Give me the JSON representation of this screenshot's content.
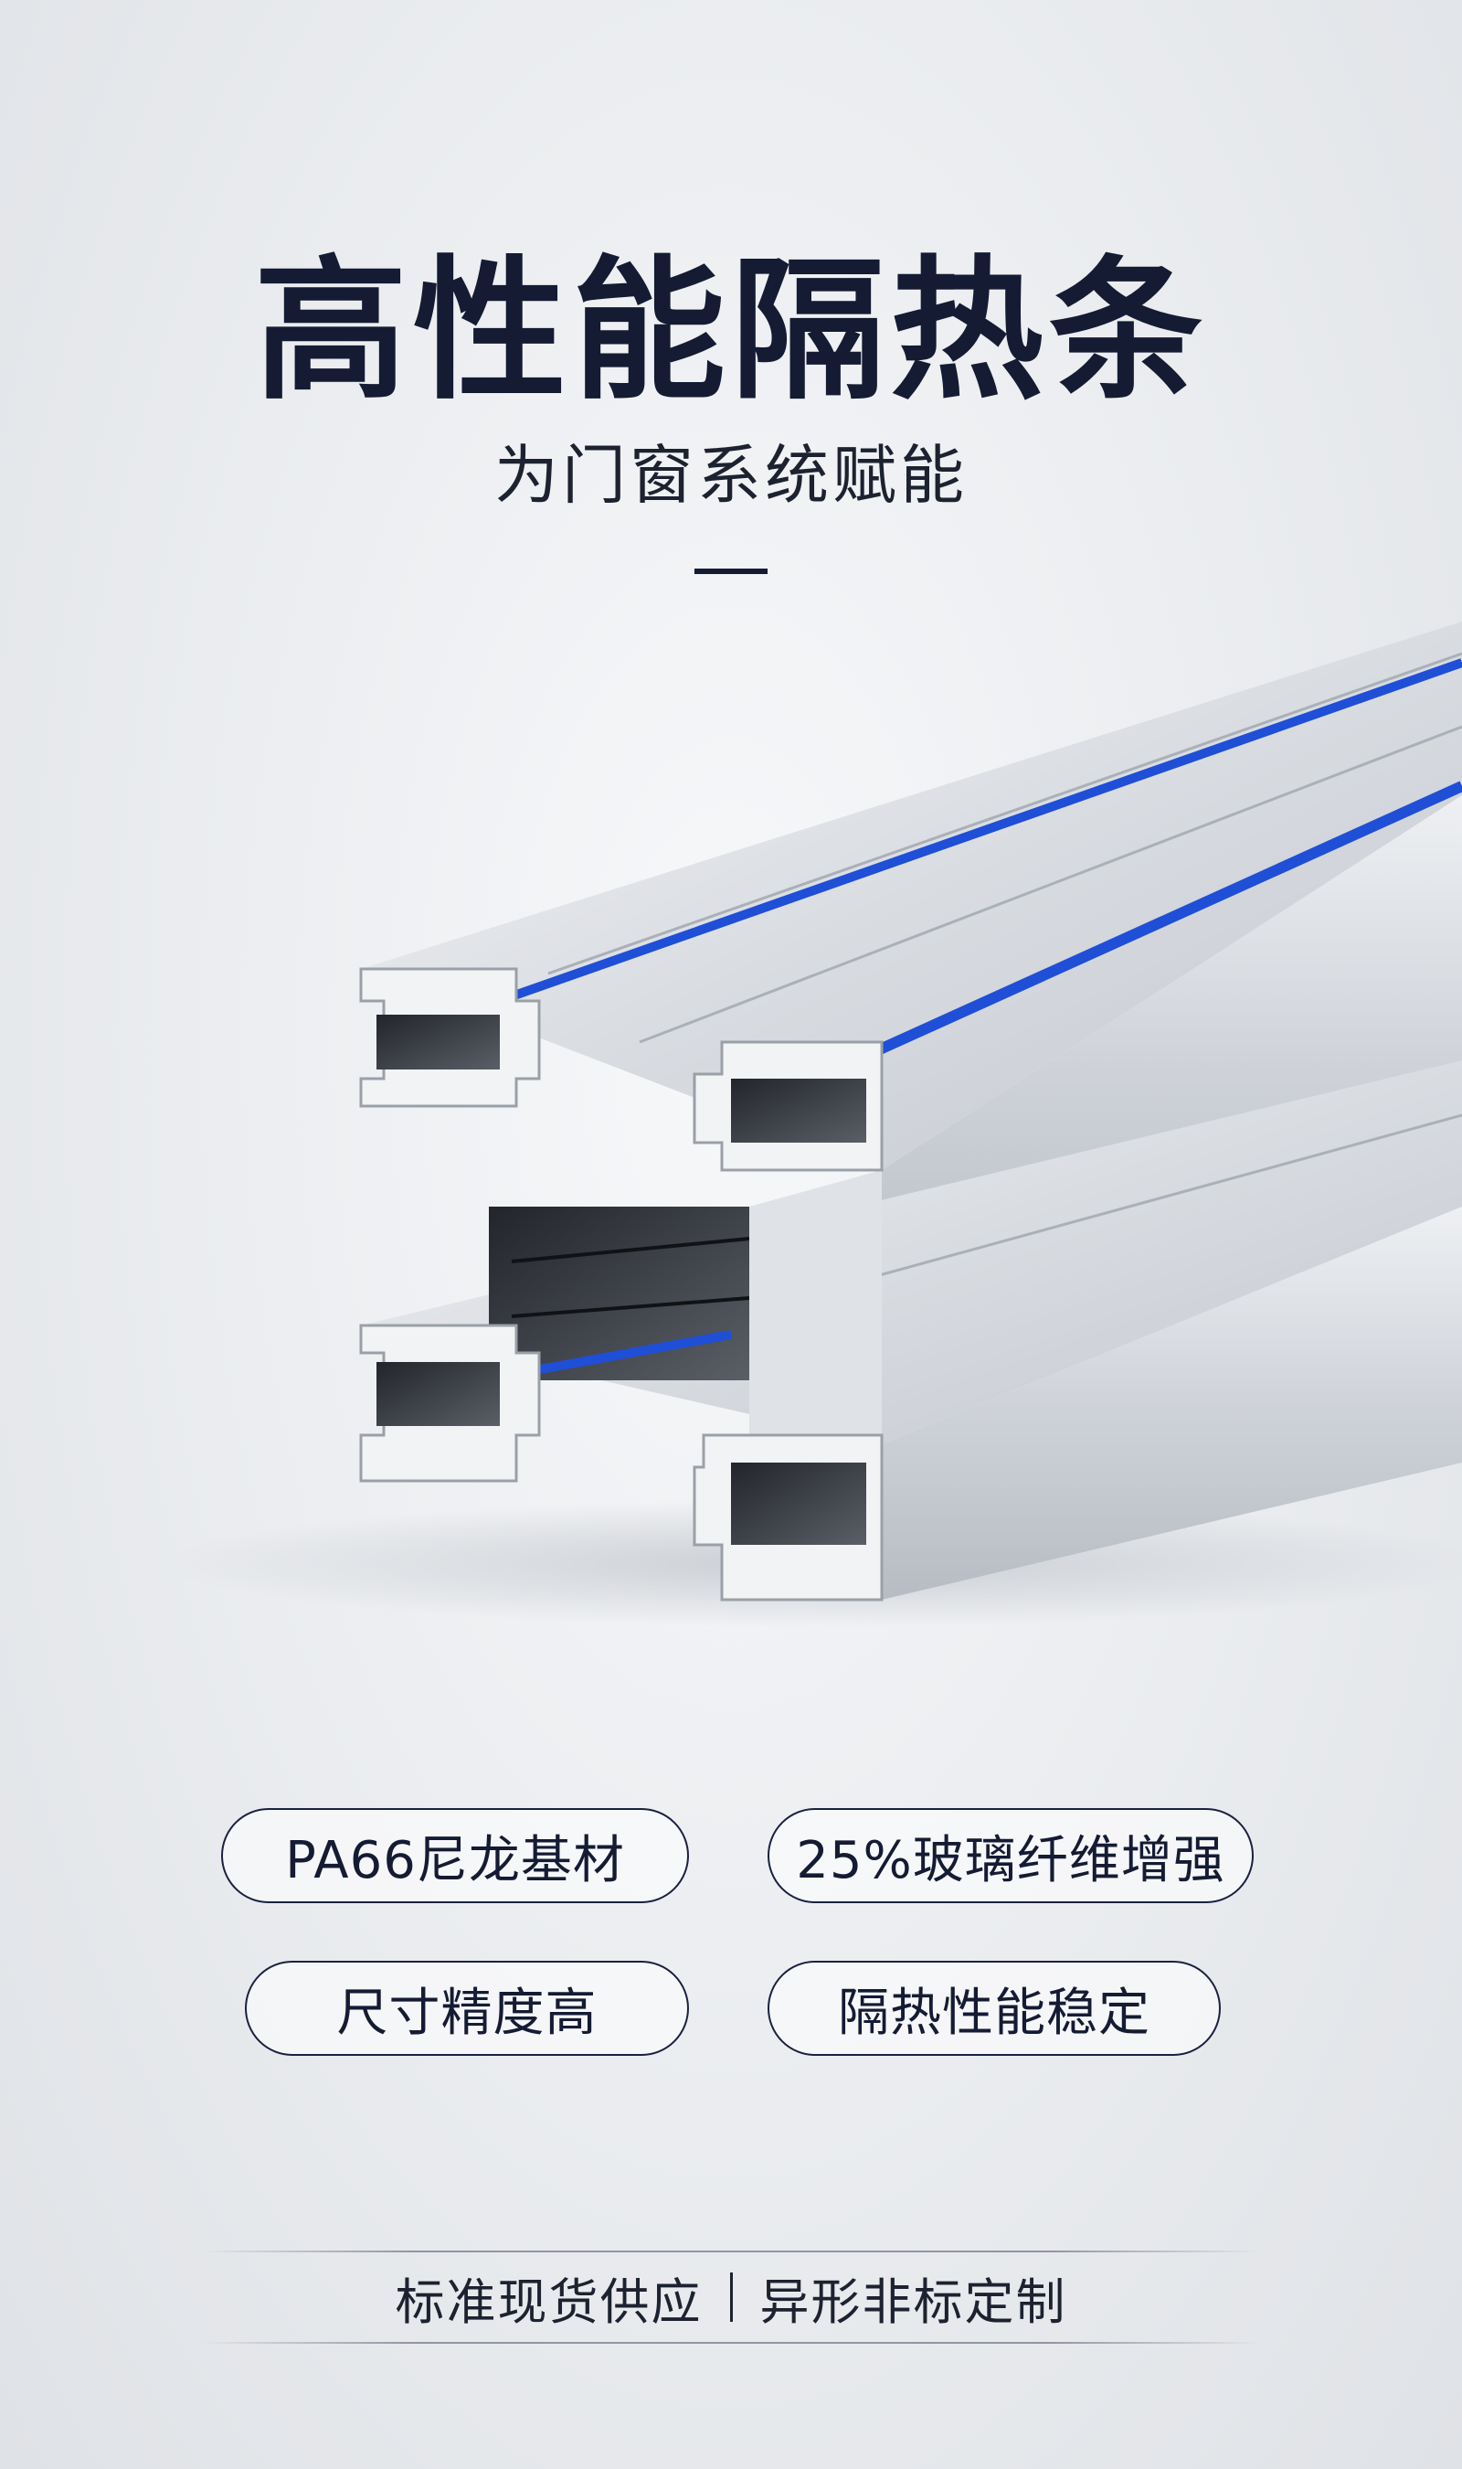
{
  "header": {
    "title": "高性能隔热条",
    "subtitle": "为门窗系统赋能"
  },
  "features": [
    {
      "label": "PA66尼龙基材"
    },
    {
      "label": "25%玻璃纤维增强"
    },
    {
      "label": "尺寸精度高"
    },
    {
      "label": "隔热性能稳定"
    }
  ],
  "footer": {
    "left": "标准现货供应",
    "right": "异形非标定制"
  },
  "colors": {
    "navy": "#141b33",
    "accent_blue": "#1f4fd6",
    "aluminum": "#d4d8de",
    "cavity": "#3a3d44"
  }
}
